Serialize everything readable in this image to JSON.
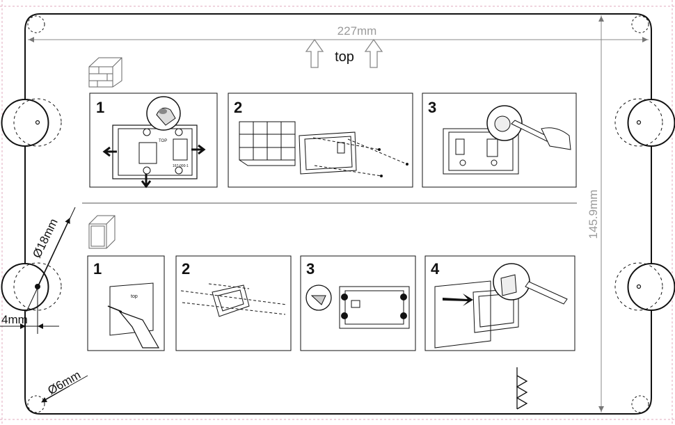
{
  "template": {
    "width_label": "227mm",
    "height_label": "145.9mm",
    "top_label": "top",
    "hole_diameter_label": "Ø18mm",
    "offset_label": "4mm",
    "screw_hole_label": "Ø6mm"
  },
  "sections": [
    {
      "name": "brick-wall",
      "steps": [
        {
          "number": "1",
          "labels": [
            "TOP",
            "167-000-1"
          ]
        },
        {
          "number": "2",
          "labels": []
        },
        {
          "number": "3",
          "labels": []
        }
      ]
    },
    {
      "name": "plasterboard",
      "steps": [
        {
          "number": "1",
          "labels": [
            "top"
          ]
        },
        {
          "number": "2",
          "labels": []
        },
        {
          "number": "3",
          "labels": []
        },
        {
          "number": "4",
          "labels": []
        }
      ]
    }
  ],
  "colors": {
    "line": "#111111",
    "dimension": "#9a9a9a",
    "guide": "#e0a9bd"
  }
}
